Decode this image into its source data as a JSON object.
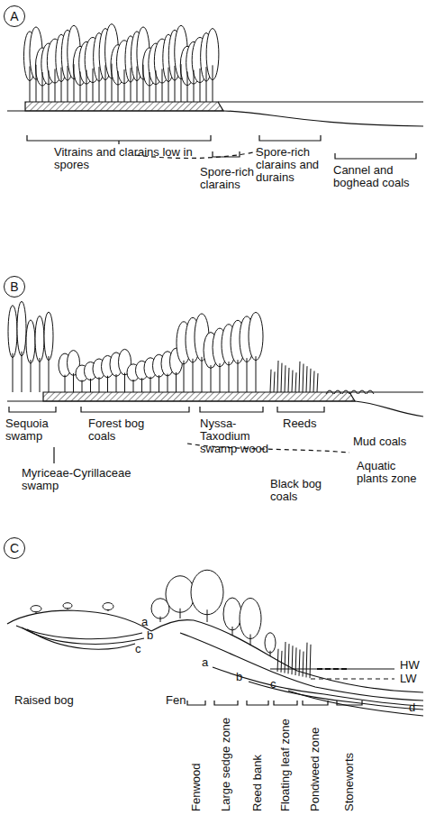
{
  "diagram": {
    "nodes": [
      {
        "text": [
          "A"
        ]
      },
      {
        "text": [
          "B"
        ]
      },
      {
        "text": [
          "C"
        ]
      }
    ],
    "labels": [
      "Vitrains and clarains low in spores",
      "Spore-rich clarains",
      "Spore-rich clarains and durains",
      "Cannel and boghead coals",
      "Sequoia swamp",
      "Forest bog coals",
      "Nyssa-Taxodium swamp wood",
      "Reeds",
      "Mud coals",
      "Myriceae-Cyrillaceae swamp",
      "Black bog coals",
      "Aquatic plants zone",
      "a",
      "b",
      "c",
      "a",
      "b",
      "c",
      "d",
      "HW",
      "LW",
      "Raised bog",
      "Fen",
      "Fenwood",
      "Large sedge zone",
      "Reed bank",
      "Floating leaf zone",
      "Pondweed zone",
      "Stoneworts"
    ]
  }
}
